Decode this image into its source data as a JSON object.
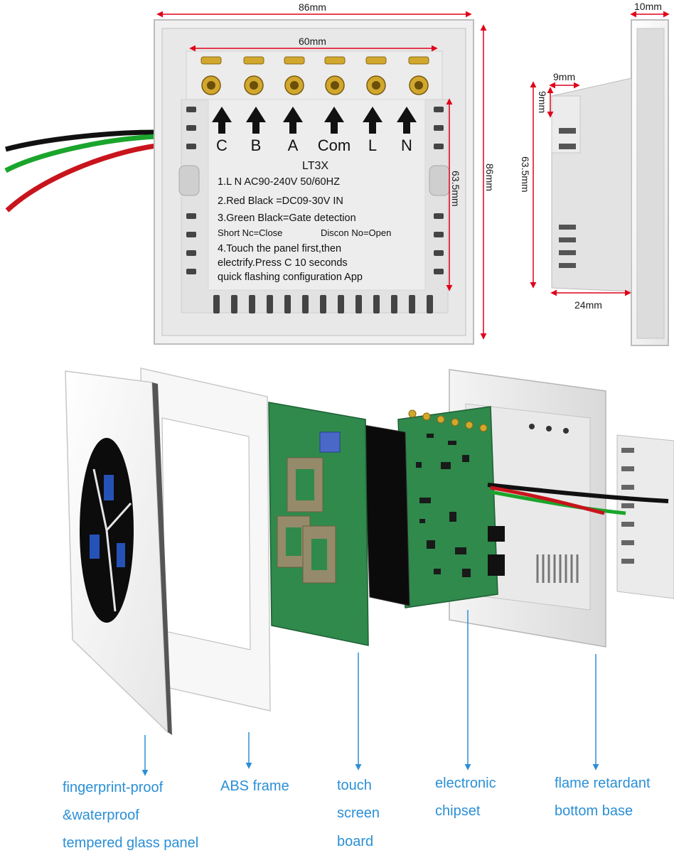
{
  "dimensions": {
    "top_width": "86mm",
    "inner_width": "60mm",
    "height_outer": "86mm",
    "height_inner": "63.5mm",
    "side_depth": "10mm",
    "side_9_a": "9mm",
    "side_9_b": "9mm",
    "side_height": "63.5mm",
    "side_base": "24mm"
  },
  "terminals": [
    "C",
    "B",
    "A",
    "Com",
    "L",
    "N"
  ],
  "label": {
    "model": "LT3X",
    "lines": [
      "1.L N AC90-240V 50/60HZ",
      "2.Red Black =DC09-30V IN",
      "3.Green Black=Gate detection",
      "Short Nc=Close",
      "Discon No=Open",
      "4.Touch the panel first,then",
      "electrify.Press C 10 seconds",
      "quick flashing configuration App"
    ]
  },
  "components": [
    {
      "lines": [
        "fingerprint-proof",
        "&waterproof",
        "tempered glass panel"
      ]
    },
    {
      "lines": [
        "ABS frame"
      ]
    },
    {
      "lines": [
        "touch",
        "screen",
        "board"
      ]
    },
    {
      "lines": [
        "electronic",
        "chipset"
      ]
    },
    {
      "lines": [
        "flame retardant",
        "bottom base"
      ]
    }
  ],
  "colors": {
    "dimension_line": "#e0001a",
    "callout": "#2b8fd6",
    "pcb": "#2f8a4c",
    "wire_red": "#c8141c",
    "wire_green": "#1aa52c",
    "wire_black": "#111111",
    "terminal_brass": "#d1a72d"
  }
}
